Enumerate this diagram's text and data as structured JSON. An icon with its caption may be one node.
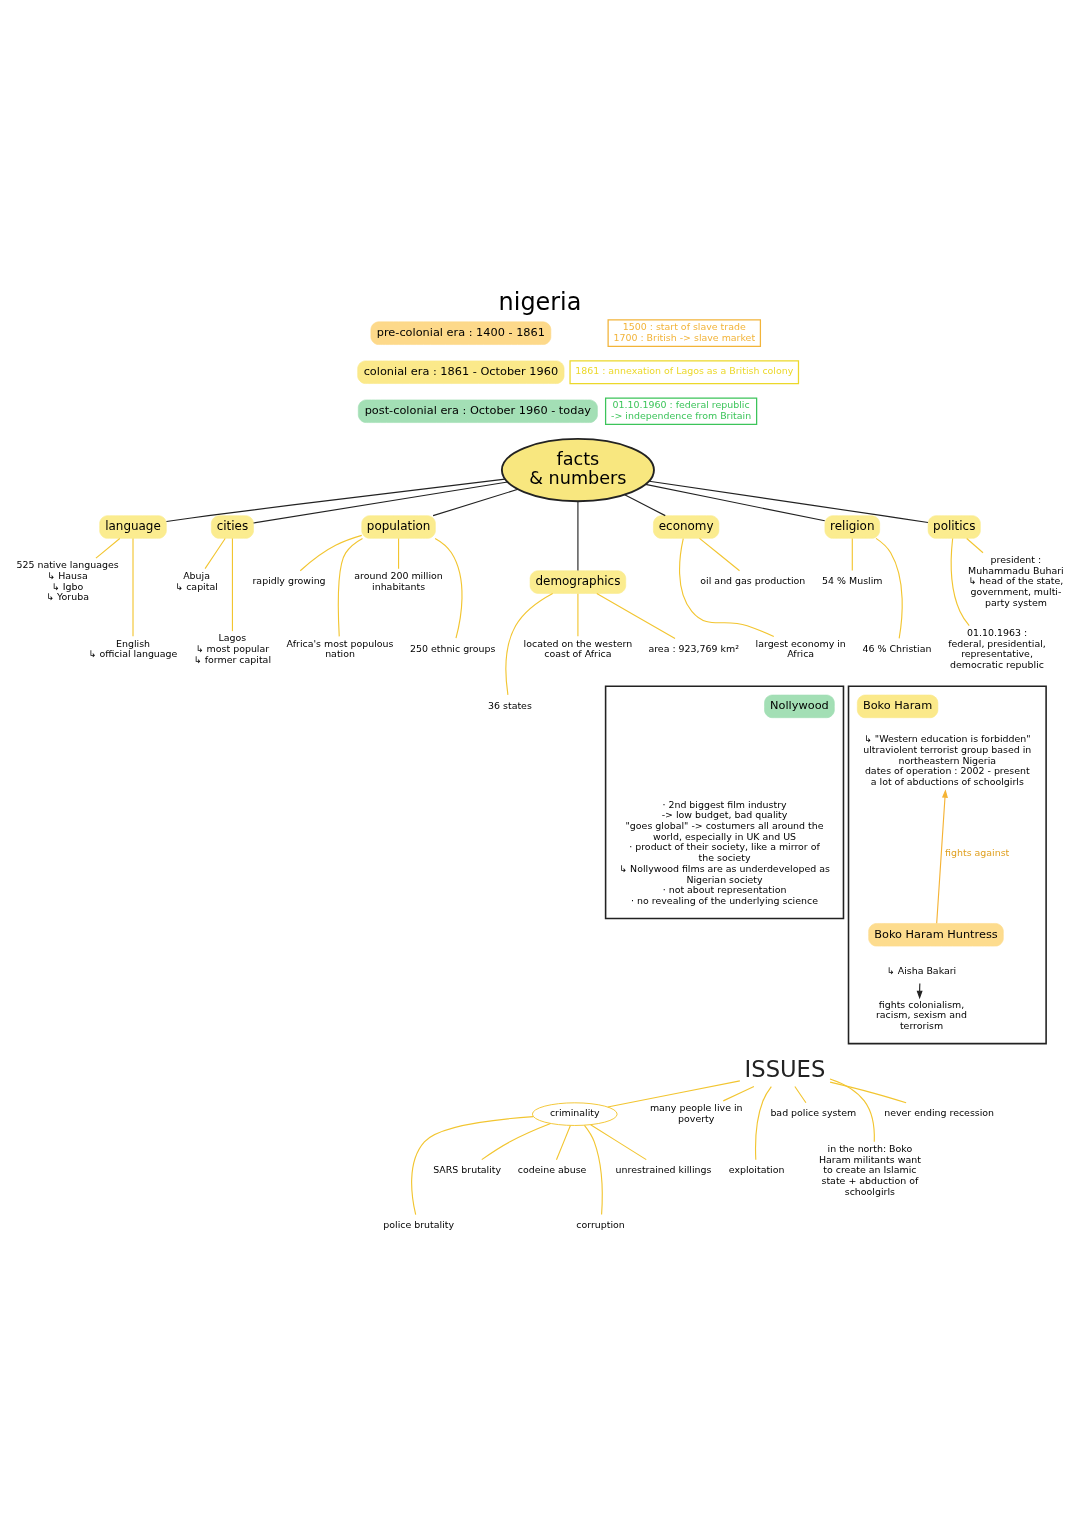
{
  "diagram": {
    "title": "nigeria",
    "nodes": [
      {
        "text": [
          "pre-colonial era : 1400 - 1861"
        ]
      },
      {
        "text": [
          "colonial era : 1861 - October 1960"
        ]
      },
      {
        "text": [
          "post-colonial era : October 1960 - today"
        ]
      },
      {
        "text": [
          "1500 : start of slave trade",
          "1700 : British -> slave market"
        ]
      },
      {
        "text": [
          "1861 : annexation of Lagos as a British colony"
        ]
      },
      {
        "text": [
          "01.10.1960 : federal republic",
          "-> independence from Britain"
        ]
      },
      {
        "text": [
          "facts",
          "& numbers"
        ]
      },
      {
        "text": [
          "language"
        ]
      },
      {
        "text": [
          "525 native languages",
          "↳ Hausa",
          "↳ Igbo",
          "↳ Yoruba"
        ]
      },
      {
        "text": [
          "English",
          "↳ official language"
        ]
      },
      {
        "text": [
          "cities"
        ]
      },
      {
        "text": [
          "Abuja",
          "↳ capital"
        ]
      },
      {
        "text": [
          "Lagos",
          "↳ most popular",
          "↳ former capital"
        ]
      },
      {
        "text": [
          "population"
        ]
      },
      {
        "text": [
          "rapidly growing"
        ]
      },
      {
        "text": [
          "Africa's most populous nation"
        ]
      },
      {
        "text": [
          "around 200 million inhabitants"
        ]
      },
      {
        "text": [
          "250 ethnic groups"
        ]
      },
      {
        "text": [
          "demographics"
        ]
      },
      {
        "text": [
          "area : 923,769 km²"
        ]
      },
      {
        "text": [
          "36 states"
        ]
      },
      {
        "text": [
          "located on the western coast of Africa"
        ]
      },
      {
        "text": [
          "economy"
        ]
      },
      {
        "text": [
          "oil and gas production"
        ]
      },
      {
        "text": [
          "largest economy in Africa"
        ]
      },
      {
        "text": [
          "politics"
        ]
      },
      {
        "text": [
          "president :",
          "Muhammadu Buhari",
          "↳ head of the state, government, multi-party system"
        ]
      },
      {
        "text": [
          "01.10.1963 :",
          "federal, presidential, representative, democratic republic"
        ]
      },
      {
        "text": [
          "religion"
        ]
      },
      {
        "text": [
          "54 % Muslim"
        ]
      },
      {
        "text": [
          "46 % Christian"
        ]
      },
      {
        "text": [],
        "shape": "box"
      },
      {
        "text": [
          "Boko Haram"
        ],
        "in": 31
      },
      {
        "text": [
          "↳ \"Western education is forbidden\"",
          "ultraviolent terrorist group based in northeastern Nigeria",
          "dates of operation : 2002 - present",
          "a lot of abductions of schoolgirls"
        ],
        "in": 31
      },
      {
        "text": [
          "Boko Haram Huntress"
        ],
        "in": 31
      },
      {
        "text": [
          "↳ Aisha Bakari"
        ],
        "in": 31
      },
      {
        "text": [
          "fights colonialism, racism, sexism and terrorism"
        ],
        "in": 31
      },
      {
        "text": [],
        "shape": "box"
      },
      {
        "text": [
          "Nollywood"
        ],
        "in": 37
      },
      {
        "text": [
          "· 2nd biggest film industry",
          "-> low budget, bad quality",
          "\"goes global\" -> costumers all around the world, especially in UK and US",
          "· product of their society, like a mirror of the society",
          "↳ Nollywood films are as underdeveloped as Nigerian society",
          "· not about representation",
          "· no revealing of the underlying science"
        ],
        "in": 37
      },
      {
        "text": [
          "ISSUES"
        ]
      },
      {
        "text": [
          "criminality"
        ]
      },
      {
        "text": [
          "codeine abuse"
        ]
      },
      {
        "text": [
          "corruption"
        ]
      },
      {
        "text": [
          "unrestrained killings"
        ]
      },
      {
        "text": [
          "police brutality"
        ]
      },
      {
        "text": [
          "SARS brutality"
        ]
      },
      {
        "text": [
          "many people live in poverty"
        ]
      },
      {
        "text": [
          "exploitation"
        ]
      },
      {
        "text": [
          "bad police system"
        ]
      },
      {
        "text": [
          "in the north: Boko Haram militants want to create an Islamic state + abduction of schoolgirls"
        ]
      },
      {
        "text": [
          "never ending recession"
        ]
      }
    ],
    "edges": [
      {
        "from": 6,
        "to": 7,
        "arrow": "none",
        "color": "#222222"
      },
      {
        "from": 6,
        "to": 10,
        "arrow": "none",
        "color": "#222222"
      },
      {
        "from": 6,
        "to": 13,
        "arrow": "none",
        "color": "#222222"
      },
      {
        "from": 6,
        "to": 18,
        "arrow": "none",
        "color": "#222222"
      },
      {
        "from": 6,
        "to": 22,
        "arrow": "none",
        "color": "#222222"
      },
      {
        "from": 6,
        "to": 25,
        "arrow": "none",
        "color": "#222222"
      },
      {
        "from": 6,
        "to": 28,
        "arrow": "none",
        "color": "#222222"
      },
      {
        "from": 7,
        "to": 8,
        "arrow": "none"
      },
      {
        "from": 7,
        "to": 9,
        "arrow": "none"
      },
      {
        "from": 10,
        "to": 11,
        "arrow": "none"
      },
      {
        "from": 10,
        "to": 12,
        "arrow": "none"
      },
      {
        "from": 13,
        "to": 14,
        "arrow": "none"
      },
      {
        "from": 13,
        "to": 15,
        "arrow": "none"
      },
      {
        "from": 13,
        "to": 16,
        "arrow": "none"
      },
      {
        "from": 13,
        "to": 17,
        "arrow": "none"
      },
      {
        "from": 18,
        "to": 19,
        "arrow": "none"
      },
      {
        "from": 18,
        "to": 20,
        "arrow": "none"
      },
      {
        "from": 18,
        "to": 21,
        "arrow": "none"
      },
      {
        "from": 22,
        "to": 23,
        "arrow": "none"
      },
      {
        "from": 22,
        "to": 24,
        "arrow": "none"
      },
      {
        "from": 25,
        "to": 26,
        "arrow": "none"
      },
      {
        "from": 25,
        "to": 27,
        "arrow": "none"
      },
      {
        "from": 28,
        "to": 29,
        "arrow": "none"
      },
      {
        "from": 28,
        "to": 30,
        "arrow": "none"
      },
      {
        "from": 34,
        "to": 33,
        "arrow": "to",
        "label": "fights against",
        "color": "#f5b335"
      },
      {
        "from": 35,
        "to": 36,
        "arrow": "to",
        "color": "#222222"
      },
      {
        "from": 40,
        "to": 41,
        "arrow": "none"
      },
      {
        "from": 41,
        "to": 42,
        "arrow": "none"
      },
      {
        "from": 41,
        "to": 43,
        "arrow": "none"
      },
      {
        "from": 41,
        "to": 44,
        "arrow": "none"
      },
      {
        "from": 41,
        "to": 45,
        "arrow": "none"
      },
      {
        "from": 41,
        "to": 46,
        "arrow": "none"
      },
      {
        "from": 40,
        "to": 47,
        "arrow": "none"
      },
      {
        "from": 40,
        "to": 48,
        "arrow": "none"
      },
      {
        "from": 40,
        "to": 49,
        "arrow": "none"
      },
      {
        "from": 40,
        "to": 50,
        "arrow": "none"
      },
      {
        "from": 40,
        "to": 51,
        "arrow": "none"
      }
    ]
  }
}
